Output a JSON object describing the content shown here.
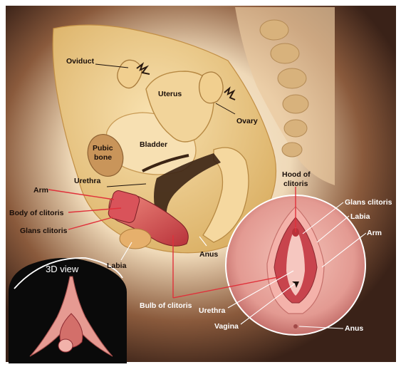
{
  "labels": {
    "oviduct": "Oviduct",
    "uterus": "Uterus",
    "ovary": "Ovary",
    "bladder": "Bladder",
    "pubic_bone": "Pubic bone",
    "urethra_top": "Urethra",
    "arm_left": "Arm",
    "body_of_clitoris": "Body of clitoris",
    "glans_left": "Glans clitoris",
    "labia_left": "Labia",
    "anus_left": "Anus",
    "bulb_of_clitoris": "Bulb of clitoris",
    "hood_of_clitoris": "Hood of clitoris",
    "glans_right": "Glans clitoris",
    "labia_right": "Labia",
    "arm_right": "Arm",
    "urethra_bottom": "Urethra",
    "vagina": "Vagina",
    "anus_right": "Anus",
    "view_3d": "3D view"
  },
  "colors": {
    "background_dark": "#3a2218",
    "background_glow": "#f6e6cf",
    "tissue": "#f0cf8e",
    "tissue_dark": "#c99a4a",
    "clitoris_red": "#d6434a",
    "vulva_pink": "#e9a7a0",
    "lead_red": "#e0303a"
  }
}
